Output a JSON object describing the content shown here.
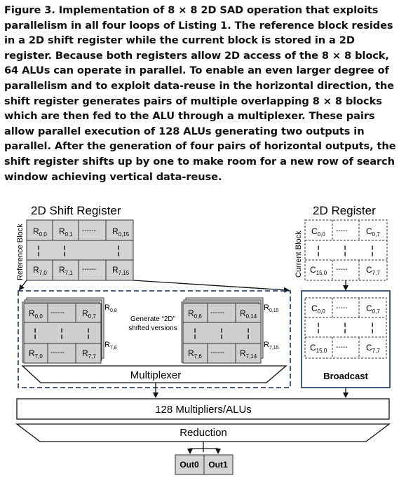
{
  "caption": "Figure 3. Implementation of 8 × 8 2D SAD operation that exploits parallelism in all four loops of Listing 1. The reference block resides in a 2D shift register while the current block is stored in a 2D register. Because both registers allow 2D access of the 8 × 8 block, 64 ALUs can operate in parallel. To enable an even larger degree of parallelism and to exploit data-reuse in the horizontal direction, the shift register generates pairs of multiple overlapping 8 × 8 blocks which are then fed to the ALU through a multiplexer. These pairs allow parallel execution of 128 ALUs generating two outputs in parallel. After the generation of four pairs of horizontal outputs, the shift register shifts up by one to make room for a new row of search window achieving vertical data-reuse.",
  "diagram": {
    "shift_register_title": "2D Shift Register",
    "register_title": "2D Register",
    "reference_block_label": "Reference Block",
    "current_block_label": "Current Block",
    "generate_label_line1": "Generate “2D”",
    "generate_label_line2": "shifted versions",
    "multiplexer_label": "Multiplexer",
    "broadcast_label": "Broadcast",
    "alus_label": "128 Multipliers/ALUs",
    "reduction_label": "Reduction",
    "out0_label": "Out0",
    "out1_label": "Out1",
    "dash_cell": "------",
    "short_dash_cell": "-----",
    "vdots": "¦",
    "ref_cells": {
      "r00": {
        "base": "R",
        "sub": "0,0"
      },
      "r01": {
        "base": "R",
        "sub": "0,1"
      },
      "r015": {
        "base": "R",
        "sub": "0,15"
      },
      "r70": {
        "base": "R",
        "sub": "7,0"
      },
      "r71": {
        "base": "R",
        "sub": "7,1"
      },
      "r715": {
        "base": "R",
        "sub": "7,15"
      }
    },
    "cur_cells": {
      "c00": {
        "base": "C",
        "sub": "0,0"
      },
      "c07": {
        "base": "C",
        "sub": "0,7"
      },
      "c150": {
        "base": "C",
        "sub": "15,0"
      },
      "c77": {
        "base": "C",
        "sub": "7,7"
      }
    },
    "left_stack": {
      "r00": {
        "base": "R",
        "sub": "0,0"
      },
      "r07": {
        "base": "R",
        "sub": "0,7"
      },
      "r08": {
        "base": "R",
        "sub": "0,8"
      },
      "r70": {
        "base": "R",
        "sub": "7,0"
      },
      "r77": {
        "base": "R",
        "sub": "7,7"
      },
      "r78": {
        "base": "R",
        "sub": "7,8"
      }
    },
    "right_stack": {
      "r06": {
        "base": "R",
        "sub": "0,6"
      },
      "r014": {
        "base": "R",
        "sub": "0,14"
      },
      "r015": {
        "base": "R",
        "sub": "0,15"
      },
      "r76": {
        "base": "R",
        "sub": "7,6"
      },
      "r714": {
        "base": "R",
        "sub": "7,14"
      },
      "r715": {
        "base": "R",
        "sub": "7,15"
      }
    },
    "broadcast_cells": {
      "c00": {
        "base": "C",
        "sub": "0,0"
      },
      "c07": {
        "base": "C",
        "sub": "0,7"
      },
      "c150": {
        "base": "C",
        "sub": "15,0"
      },
      "c77": {
        "base": "C",
        "sub": "7,7"
      }
    }
  }
}
